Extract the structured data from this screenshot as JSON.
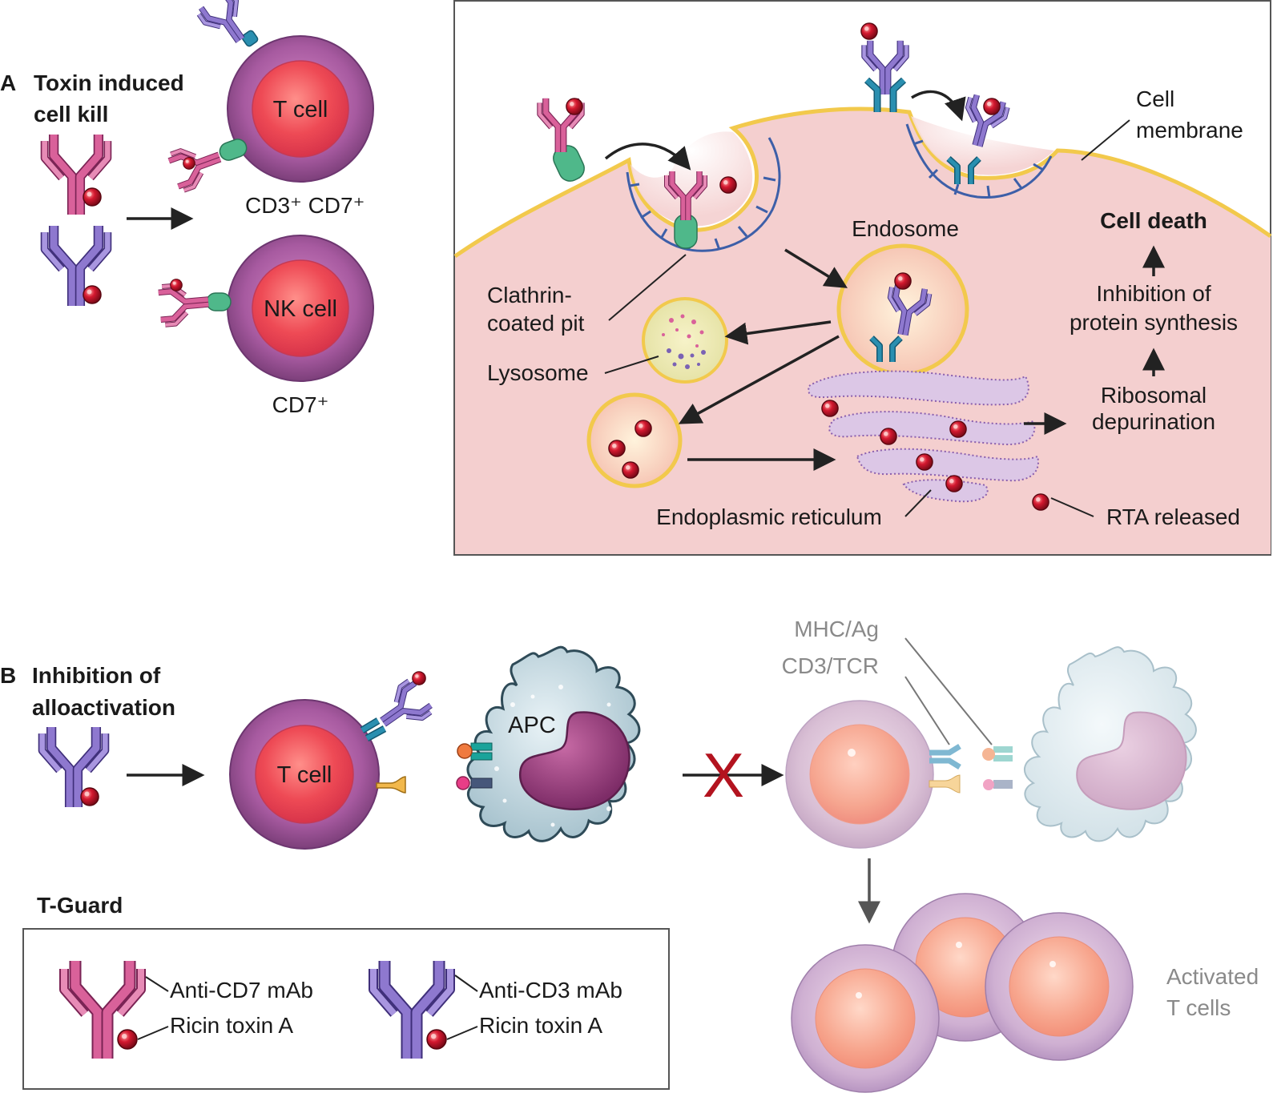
{
  "panel_a": {
    "letter": "A",
    "title_line1": "Toxin induced",
    "title_line2": "cell kill",
    "t_cell_label": "T cell",
    "t_cell_marker": "CD3⁺ CD7⁺",
    "nk_cell_label": "NK cell",
    "nk_cell_marker": "CD7⁺",
    "mechanism": {
      "cell_membrane_line1": "Cell",
      "cell_membrane_line2": "membrane",
      "endosome": "Endosome",
      "clathrin_line1": "Clathrin-",
      "clathrin_line2": "coated pit",
      "lysosome": "Lysosome",
      "er": "Endoplasmic reticulum",
      "rta_released": "RTA released",
      "ribosomal_line1": "Ribosomal",
      "ribosomal_line2": "depurination",
      "inhibition_line1": "Inhibition of",
      "inhibition_line2": "protein synthesis",
      "cell_death": "Cell death"
    }
  },
  "panel_b": {
    "letter": "B",
    "title_line1": "Inhibition of",
    "title_line2": "alloactivation",
    "t_cell_label": "T cell",
    "apc_label": "APC",
    "blocked_mark": "X",
    "mhc_label": "MHC/Ag",
    "cd3tcr_label": "CD3/TCR",
    "activated_line1": "Activated",
    "activated_line2": "T cells"
  },
  "legend": {
    "title": "T-Guard",
    "anti_cd7": "Anti-CD7 mAb",
    "ricin_1": "Ricin toxin A",
    "anti_cd3": "Anti-CD3 mAb",
    "ricin_2": "Ricin toxin A"
  },
  "colors": {
    "anti_cd7": "#c2487f",
    "anti_cd3": "#7b62b4",
    "toxin": "#c8102e",
    "cytoplasm": "#f4cfcf",
    "membrane": "#f2c94c",
    "clathrin": "#3d5fa8",
    "receptor_green": "#4fb88a",
    "receptor_teal": "#2a8fb0",
    "cell_outer": "#9b4f93",
    "cell_inner": "#e8414f"
  }
}
